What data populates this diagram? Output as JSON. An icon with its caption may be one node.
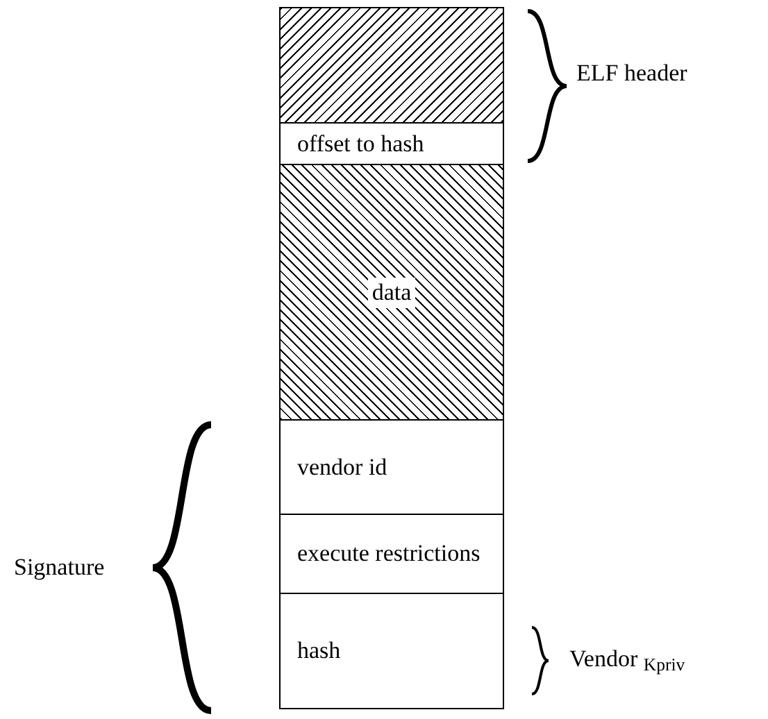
{
  "diagram": {
    "nodes": [
      {
        "text": [],
        "shape": "box"
      },
      {
        "text": [
          "offset to hash"
        ]
      },
      {
        "text": [
          "data"
        ]
      },
      {
        "text": [
          "vendor id"
        ]
      },
      {
        "text": [
          "execute restrictions"
        ]
      },
      {
        "text": [
          "hash"
        ]
      }
    ],
    "labels": [
      "ELF header",
      "Signature",
      "Vendor $_{Kpriv}$"
    ]
  }
}
